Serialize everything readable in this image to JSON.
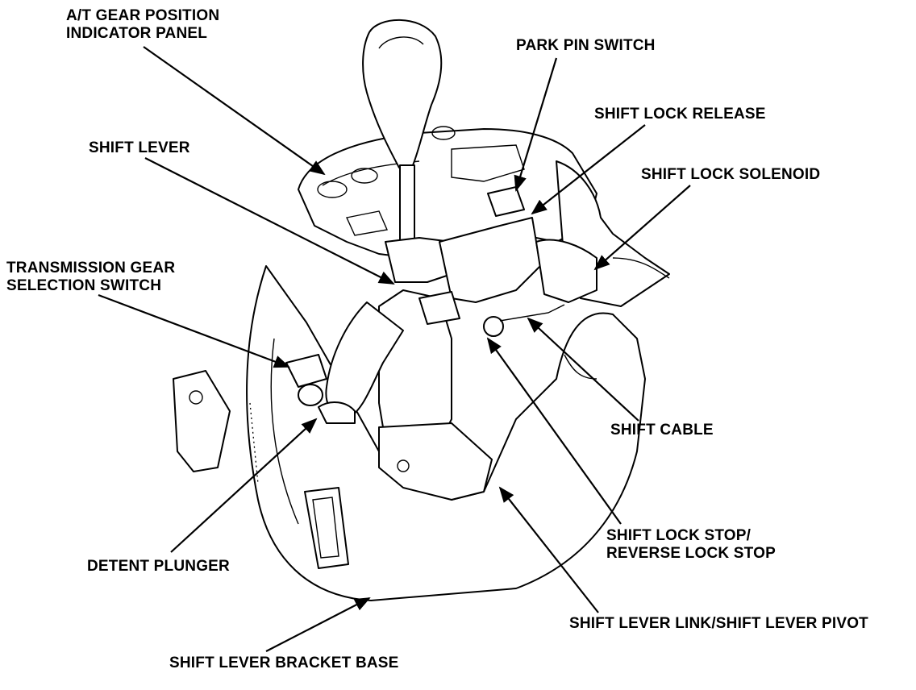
{
  "labels": {
    "at_gear_panel_1": "A/T GEAR POSITION",
    "at_gear_panel_2": "INDICATOR PANEL",
    "park_pin_switch": "PARK PIN SWITCH",
    "shift_lock_release": "SHIFT LOCK RELEASE",
    "shift_lever": "SHIFT LEVER",
    "shift_lock_solenoid": "SHIFT LOCK SOLENOID",
    "trans_gear_switch_1": "TRANSMISSION GEAR",
    "trans_gear_switch_2": "SELECTION SWITCH",
    "shift_cable": "SHIFT CABLE",
    "shift_lock_stop_1": "SHIFT LOCK STOP/",
    "shift_lock_stop_2": "REVERSE LOCK STOP",
    "detent_plunger": "DETENT PLUNGER",
    "shift_lever_link": "SHIFT LEVER LINK/SHIFT LEVER PIVOT",
    "bracket_base": "SHIFT LEVER BRACKET BASE"
  }
}
